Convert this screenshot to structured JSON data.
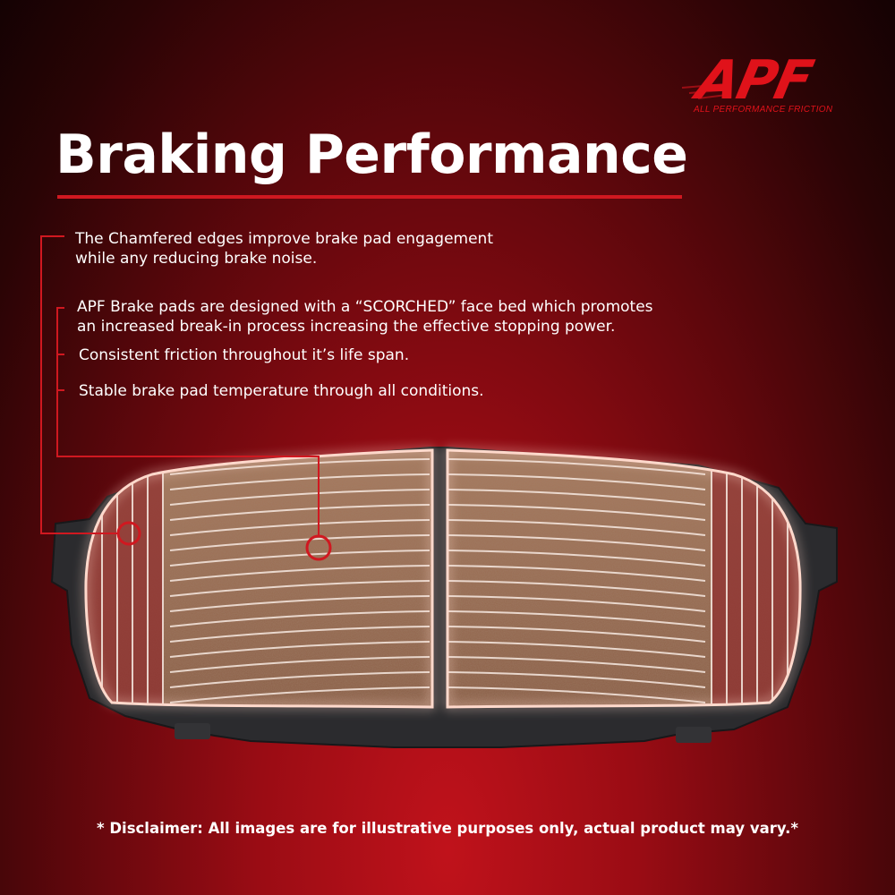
{
  "brand": {
    "logo_text": "APF",
    "tagline": "ALL PERFORMANCE FRICTION",
    "color": "#e0121a"
  },
  "title": "Braking Performance",
  "features": [
    {
      "lines": [
        "The Chamfered edges improve brake pad engagement",
        "while any reducing brake noise."
      ]
    },
    {
      "lines": [
        "APF Brake pads are designed with a “SCORCHED” face bed which promotes",
        "an increased break-in process increasing the effective stopping power."
      ]
    },
    {
      "lines": [
        "Consistent friction throughout it’s life span."
      ]
    },
    {
      "lines": [
        "Stable brake pad temperature through all conditions."
      ]
    }
  ],
  "disclaimer": "* Disclaimer: All images are for illustrative purposes only, actual product may vary.*",
  "colors": {
    "accent": "#d01820",
    "pad_surface": "#9c6f55",
    "backing_plate": "#2b2b2e"
  }
}
